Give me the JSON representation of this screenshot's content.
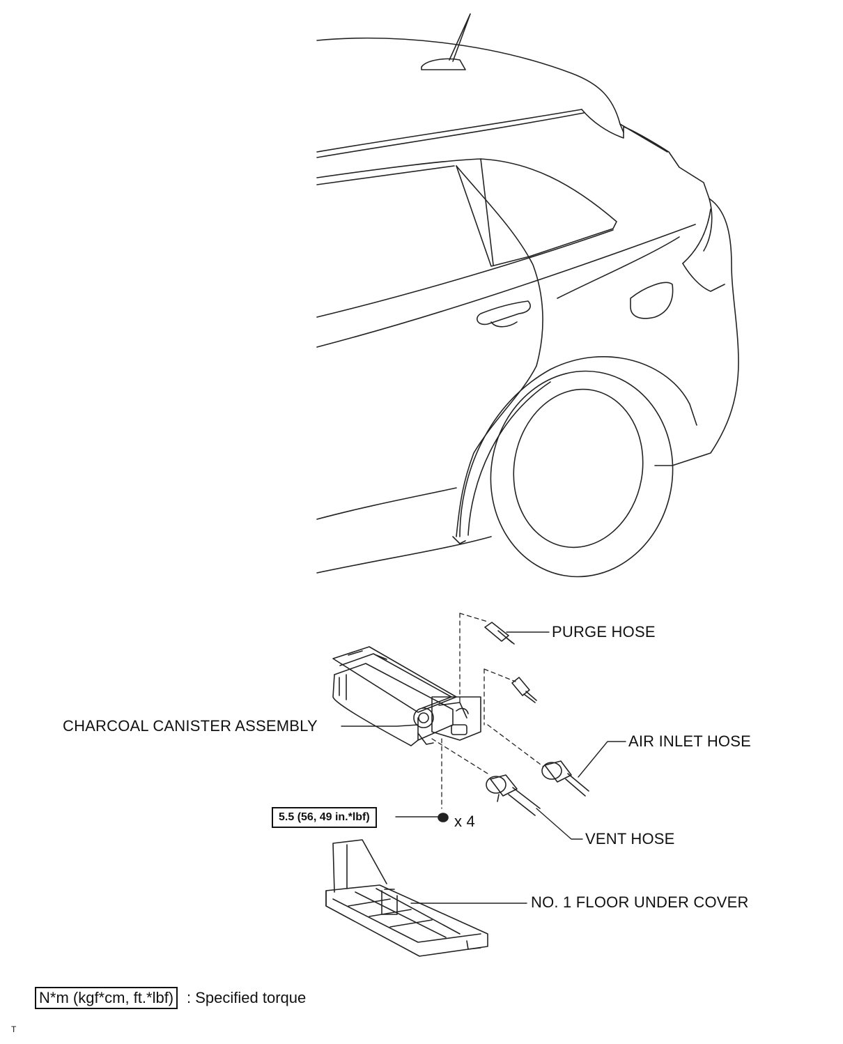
{
  "labels": {
    "purge_hose": "PURGE HOSE",
    "charcoal_canister": "CHARCOAL CANISTER ASSEMBLY",
    "air_inlet_hose": "AIR INLET HOSE",
    "vent_hose": "VENT HOSE",
    "floor_under_cover": "NO. 1 FLOOR UNDER COVER",
    "quantity": "x 4"
  },
  "torque_spec": "5.5 (56, 49 in.*lbf)",
  "legend": {
    "box": "N*m (kgf*cm, ft.*lbf)",
    "text": ": Specified torque"
  },
  "corner_mark": "T"
}
